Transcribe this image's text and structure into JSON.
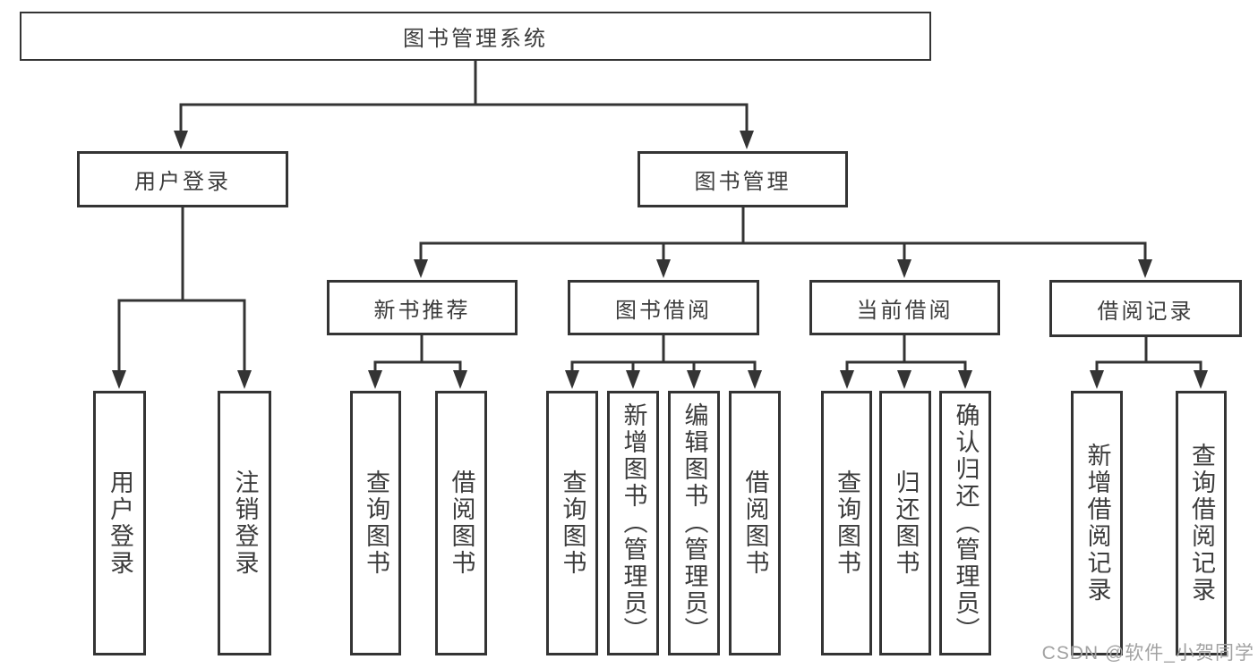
{
  "colors": {
    "background": "#ffffff",
    "line": "#343434",
    "box_border": "#343434",
    "text": "#3c3c3c",
    "watermark": "#a2a2a2"
  },
  "tree": {
    "root": {
      "label": "图书管理系统",
      "children": [
        {
          "label": "用户登录",
          "children": [
            {
              "label": "用户登录"
            },
            {
              "label": "注销登录"
            }
          ]
        },
        {
          "label": "图书管理",
          "children": [
            {
              "label": "新书推荐",
              "children": [
                {
                  "label": "查询图书"
                },
                {
                  "label": "借阅图书"
                }
              ]
            },
            {
              "label": "图书借阅",
              "children": [
                {
                  "label": "查询图书"
                },
                {
                  "label": "新增图书（管理员）"
                },
                {
                  "label": "编辑图书（管理员）"
                },
                {
                  "label": "借阅图书"
                }
              ]
            },
            {
              "label": "当前借阅",
              "children": [
                {
                  "label": "查询图书"
                },
                {
                  "label": "归还图书"
                },
                {
                  "label": "确认归还（管理员）"
                }
              ]
            },
            {
              "label": "借阅记录",
              "children": [
                {
                  "label": "新增借阅记录"
                },
                {
                  "label": "查询借阅记录"
                }
              ]
            }
          ]
        }
      ]
    }
  },
  "watermark": {
    "text": "CSDN @软件_小贺同学"
  }
}
